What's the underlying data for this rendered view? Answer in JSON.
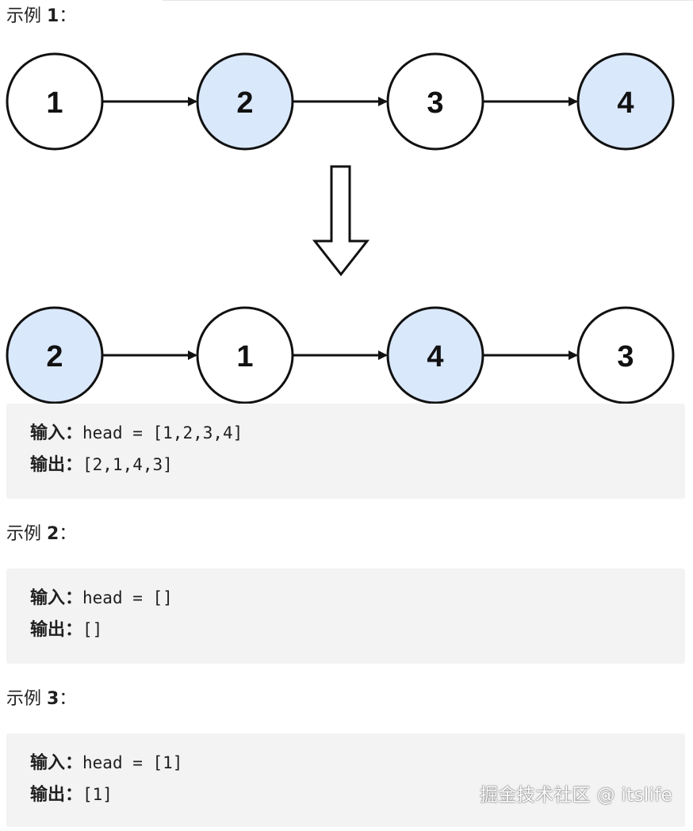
{
  "examples": [
    {
      "prefix": "示例 ",
      "number": "1",
      "suffix": "：",
      "input_label": "输入：",
      "input_value": "head = [1,2,3,4]",
      "output_label": "输出：",
      "output_value": "[2,1,4,3]"
    },
    {
      "prefix": "示例 ",
      "number": "2",
      "suffix": "：",
      "input_label": "输入：",
      "input_value": "head = []",
      "output_label": "输出：",
      "output_value": "[]"
    },
    {
      "prefix": "示例 ",
      "number": "3",
      "suffix": "：",
      "input_label": "输入：",
      "input_value": "head = [1]",
      "output_label": "输出：",
      "output_value": "[1]"
    }
  ],
  "diagram": {
    "before": [
      {
        "label": "1",
        "highlighted": false
      },
      {
        "label": "2",
        "highlighted": true
      },
      {
        "label": "3",
        "highlighted": false
      },
      {
        "label": "4",
        "highlighted": true
      }
    ],
    "after": [
      {
        "label": "2",
        "highlighted": true
      },
      {
        "label": "1",
        "highlighted": false
      },
      {
        "label": "4",
        "highlighted": true
      },
      {
        "label": "3",
        "highlighted": false
      }
    ],
    "colors": {
      "highlight_fill": "#dae8fc",
      "plain_fill": "#ffffff",
      "stroke": "#111111"
    }
  },
  "watermark": "掘金技术社区 @ itslife",
  "colors": {
    "code_background": "#f3f3f3"
  }
}
